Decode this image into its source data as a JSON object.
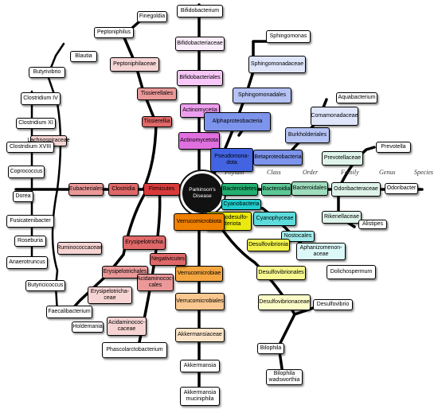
{
  "center": {
    "title": "Parkinson's Disease"
  },
  "header_labels": [
    "Phylum",
    "Class",
    "Order",
    "Family",
    "Genus",
    "Species"
  ],
  "colors": {
    "firmicutes": "#d94040",
    "actinomycetota": "#e080e0",
    "pseudomonadota": "#4060e0",
    "bacteroidota": "#20b070",
    "cyanobacteria": "#20c8c8",
    "thermodesulfobacteriota": "#e8e800",
    "verrucomicrobiota": "#f08000"
  },
  "nodes": [
    {
      "id": "bifidobacterium",
      "text": "Bifidobacterium",
      "bg": "#ffffff"
    },
    {
      "id": "bifidobacteriaceae",
      "text": "Bifidobacteriaceae",
      "bg": "#fdeefd"
    },
    {
      "id": "bifidobacteriales",
      "text": "Bifidobacteriales",
      "bg": "#f7c8f7"
    },
    {
      "id": "actinomycetia",
      "text": "Actinomycetia",
      "bg": "#ee9eee"
    },
    {
      "id": "actinomycetota",
      "text": "Actinomycetota",
      "bg": "#e070e0"
    },
    {
      "id": "sphingomonas",
      "text": "Sphingomonas",
      "bg": "#ffffff"
    },
    {
      "id": "sphingomonadaceae",
      "text": "Sphingomonadaceae",
      "bg": "#dfe5fb"
    },
    {
      "id": "sphingomonadales",
      "text": "Sphingomonadales",
      "bg": "#b4c2f4"
    },
    {
      "id": "alphaproteobacteria",
      "text": "Alphaproteobacteria",
      "bg": "#7d94ec"
    },
    {
      "id": "pseudomonadota",
      "text": "Pseudomona-\ndota",
      "bg": "#4264e2"
    },
    {
      "id": "betaproteobacteria",
      "text": "Betaproteobacteria",
      "bg": "#7d94ec"
    },
    {
      "id": "burkholderiales",
      "text": "Burkholderiales",
      "bg": "#b4c2f4"
    },
    {
      "id": "comamonadaceae",
      "text": "Comamonadaceae",
      "bg": "#dfe5fb"
    },
    {
      "id": "aquabacterium",
      "text": "Aquabacterium",
      "bg": "#ffffff"
    },
    {
      "id": "bacteroidetes",
      "text": "Bacteroidetes",
      "bg": "#22b070"
    },
    {
      "id": "bacteroidia",
      "text": "Bacteroidia",
      "bg": "#5cc896"
    },
    {
      "id": "bacteroidales",
      "text": "Bacteroidales",
      "bg": "#9ddcbd"
    },
    {
      "id": "prevotellaceae",
      "text": "Prevotellaceae",
      "bg": "#dff4ea"
    },
    {
      "id": "prevotella",
      "text": "Prevotella",
      "bg": "#ffffff"
    },
    {
      "id": "odoribacteraceae",
      "text": "Odoribacteraceae",
      "bg": "#dff4ea"
    },
    {
      "id": "odoribacter",
      "text": "Odoribacter",
      "bg": "#ffffff"
    },
    {
      "id": "rikenellaceae",
      "text": "Rikenellaceae",
      "bg": "#dff4ea"
    },
    {
      "id": "alistipes",
      "text": "Alistipes",
      "bg": "#ffffff"
    },
    {
      "id": "cyanobacteria",
      "text": "Cyanobacteria",
      "bg": "#22cccc"
    },
    {
      "id": "cyanophyceae",
      "text": "Cyanophyceae",
      "bg": "#5cdcdc"
    },
    {
      "id": "nostocales",
      "text": "Nostocales",
      "bg": "#a4ecec"
    },
    {
      "id": "aphanizomenonaceae",
      "text": "Aphanizomenon-\naceae",
      "bg": "#dcf8f8"
    },
    {
      "id": "dolichospermum",
      "text": "Dolichospermum",
      "bg": "#ffffff"
    },
    {
      "id": "thermodesulfobacteriota",
      "text": "Thermodesulfo-\nbacteriota",
      "bg": "#eaea10"
    },
    {
      "id": "desulfovibrionia",
      "text": "Desulfovibrionia",
      "bg": "#f2f24a"
    },
    {
      "id": "desulfovibrionales",
      "text": "Desulfovibrionales",
      "bg": "#f8f890"
    },
    {
      "id": "desulfovibrionaceae",
      "text": "Desulfovibrionaceae",
      "bg": "#fcfcc8"
    },
    {
      "id": "desulfovibrio",
      "text": "Desulfovibrio",
      "bg": "#ffffff"
    },
    {
      "id": "bilophila",
      "text": "Bilophila",
      "bg": "#ffffff"
    },
    {
      "id": "bilophila_wadsworthia",
      "text": "Bilophila\nwadsworthia",
      "bg": "#ffffff"
    },
    {
      "id": "verrucomicrobiota",
      "text": "Verrucomicrobiota",
      "bg": "#f08000"
    },
    {
      "id": "verrucomicrobiae",
      "text": "Verrucomicrobiae",
      "bg": "#f5a640"
    },
    {
      "id": "verrucomicrobiales",
      "text": "Verrucomicrobiales",
      "bg": "#f9c890"
    },
    {
      "id": "akkermansiaceae",
      "text": "Akkermansiaceae",
      "bg": "#fce4c8"
    },
    {
      "id": "akkermansia",
      "text": "Akkermansia",
      "bg": "#ffffff"
    },
    {
      "id": "akkermansia_muciniphila",
      "text": "Akkermansia\nmuciniphila",
      "bg": "#ffffff"
    },
    {
      "id": "firmicutes",
      "text": "Firmicutes",
      "bg": "#d83a3a"
    },
    {
      "id": "clostridia",
      "text": "Clostridia",
      "bg": "#e06868"
    },
    {
      "id": "eubacteriales",
      "text": "Eubacteriales",
      "bg": "#ea9898"
    },
    {
      "id": "lachnospiraceae",
      "text": "Lachnospiraceae",
      "bg": "#f6d4d4"
    },
    {
      "id": "ruminococcaceae",
      "text": "Ruminococcaceae",
      "bg": "#f6d4d4"
    },
    {
      "id": "tissierellia",
      "text": "Tissierellia",
      "bg": "#e06868"
    },
    {
      "id": "tissierellales",
      "text": "Tissierellales",
      "bg": "#ea9898"
    },
    {
      "id": "peptoniphilaceae",
      "text": "Peptoniphilaceae",
      "bg": "#f6d4d4"
    },
    {
      "id": "peptoniphilus",
      "text": "Peptoniphilus",
      "bg": "#ffffff"
    },
    {
      "id": "finegoldia",
      "text": "Finegoldia",
      "bg": "#ffffff"
    },
    {
      "id": "blautia",
      "text": "Blautia",
      "bg": "#ffffff"
    },
    {
      "id": "butyrivibrio",
      "text": "Butyrivibrio",
      "bg": "#ffffff"
    },
    {
      "id": "clostridium_iv",
      "text": "Clostridium IV",
      "bg": "#ffffff"
    },
    {
      "id": "clostridium_xi",
      "text": "Clostridium XI",
      "bg": "#ffffff"
    },
    {
      "id": "clostridium_xviii",
      "text": "Clostridium XVIII",
      "bg": "#ffffff"
    },
    {
      "id": "coprococcus",
      "text": "Coprococcus",
      "bg": "#ffffff"
    },
    {
      "id": "dorea",
      "text": "Dorea",
      "bg": "#ffffff"
    },
    {
      "id": "fusicatenibacter",
      "text": "Fusicatenibacter",
      "bg": "#ffffff"
    },
    {
      "id": "roseburia",
      "text": "Roseburia",
      "bg": "#ffffff"
    },
    {
      "id": "anaerotruncus",
      "text": "Anaerotruncus",
      "bg": "#ffffff"
    },
    {
      "id": "butyricicoccus",
      "text": "Butyricicoccus",
      "bg": "#ffffff"
    },
    {
      "id": "faecalibacterium",
      "text": "Faecalibacterium",
      "bg": "#ffffff"
    },
    {
      "id": "erysipelotrichia",
      "text": "Erysipelotrichia",
      "bg": "#e06868"
    },
    {
      "id": "erysipelotrichales",
      "text": "Erysipelotrichales",
      "bg": "#ea9898"
    },
    {
      "id": "erysipelotrichaceae",
      "text": "Erysipelotricha-\nceae",
      "bg": "#f6d4d4"
    },
    {
      "id": "holdemania",
      "text": "Holdemania",
      "bg": "#ffffff"
    },
    {
      "id": "negativicutes",
      "text": "Negativicutes",
      "bg": "#e06868"
    },
    {
      "id": "acidaminococcales",
      "text": "Acidaminococ-\ncales",
      "bg": "#ea9898"
    },
    {
      "id": "acidaminococcaceae",
      "text": "Acidaminococ-\ncaceae",
      "bg": "#f6d4d4"
    },
    {
      "id": "phascolarctobacterium",
      "text": "Phascolarctobacterium",
      "bg": "#ffffff"
    }
  ]
}
